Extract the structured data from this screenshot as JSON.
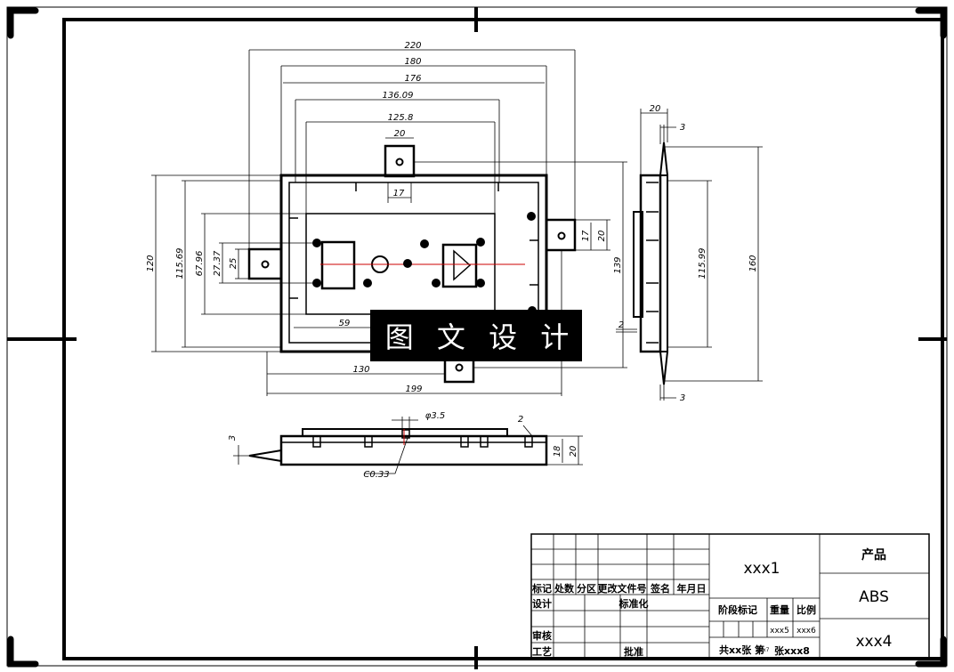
{
  "dimensions": {
    "top": [
      "220",
      "180",
      "176",
      "136.09",
      "125.8",
      "20",
      "17"
    ],
    "left": [
      "120",
      "115.69",
      "67.96",
      "27.37",
      "25"
    ],
    "right": [
      "139",
      "17",
      "20"
    ],
    "bottom": [
      "59",
      "130",
      "199",
      "2"
    ],
    "side_view": [
      "20",
      "3",
      "115.99",
      "160",
      "3"
    ],
    "bottom_view": [
      "φ3.5",
      "2",
      "3",
      "18",
      "20",
      "C0.33"
    ]
  },
  "watermark": "图 文 设 计",
  "title_block": {
    "headers": [
      "标记",
      "处数",
      "分区",
      "更改文件号",
      "签名",
      "年月日"
    ],
    "rows": [
      "设计",
      "标准化",
      "审核",
      "工艺",
      "批准"
    ],
    "name_field": "xxx1",
    "stage_label": "阶段标记",
    "weight_label": "重量",
    "scale_label": "比例",
    "weight_value": "xxx5",
    "scale_value": "xxx6",
    "sheets_text": "共xx张 第",
    "sheet_no": "张xxx8",
    "sheet_xxx7": "xxx7",
    "product_label": "产品",
    "material": "ABS",
    "code": "xxx4"
  },
  "colors": {
    "line": "#000000",
    "center_mark": "#cc0000",
    "watermark_bg": "#000000"
  }
}
